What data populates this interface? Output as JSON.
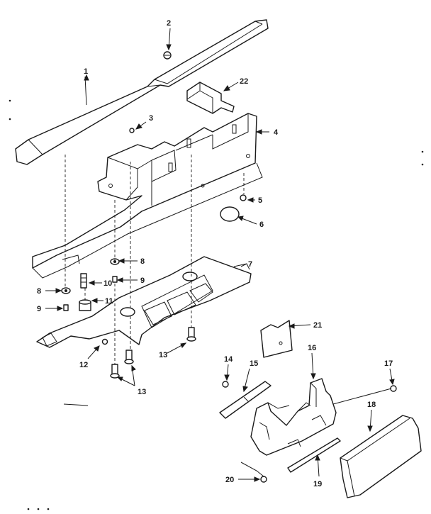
{
  "callouts": [
    {
      "id": "c1",
      "text": "1"
    },
    {
      "id": "c2",
      "text": "2"
    },
    {
      "id": "c3",
      "text": "3"
    },
    {
      "id": "c4",
      "text": "4"
    },
    {
      "id": "c5",
      "text": "5"
    },
    {
      "id": "c6",
      "text": "6"
    },
    {
      "id": "c7",
      "text": "7"
    },
    {
      "id": "c8a",
      "text": "8"
    },
    {
      "id": "c8b",
      "text": "8"
    },
    {
      "id": "c9a",
      "text": "9"
    },
    {
      "id": "c9b",
      "text": "9"
    },
    {
      "id": "c10",
      "text": "10"
    },
    {
      "id": "c11",
      "text": "11"
    },
    {
      "id": "c12",
      "text": "12"
    },
    {
      "id": "c13a",
      "text": "13"
    },
    {
      "id": "c13b",
      "text": "13"
    },
    {
      "id": "c14",
      "text": "14"
    },
    {
      "id": "c15",
      "text": "15"
    },
    {
      "id": "c16",
      "text": "16"
    },
    {
      "id": "c17",
      "text": "17"
    },
    {
      "id": "c18",
      "text": "18"
    },
    {
      "id": "c19",
      "text": "19"
    },
    {
      "id": "c20",
      "text": "20"
    },
    {
      "id": "c21",
      "text": "21"
    },
    {
      "id": "c22",
      "text": "22"
    }
  ]
}
